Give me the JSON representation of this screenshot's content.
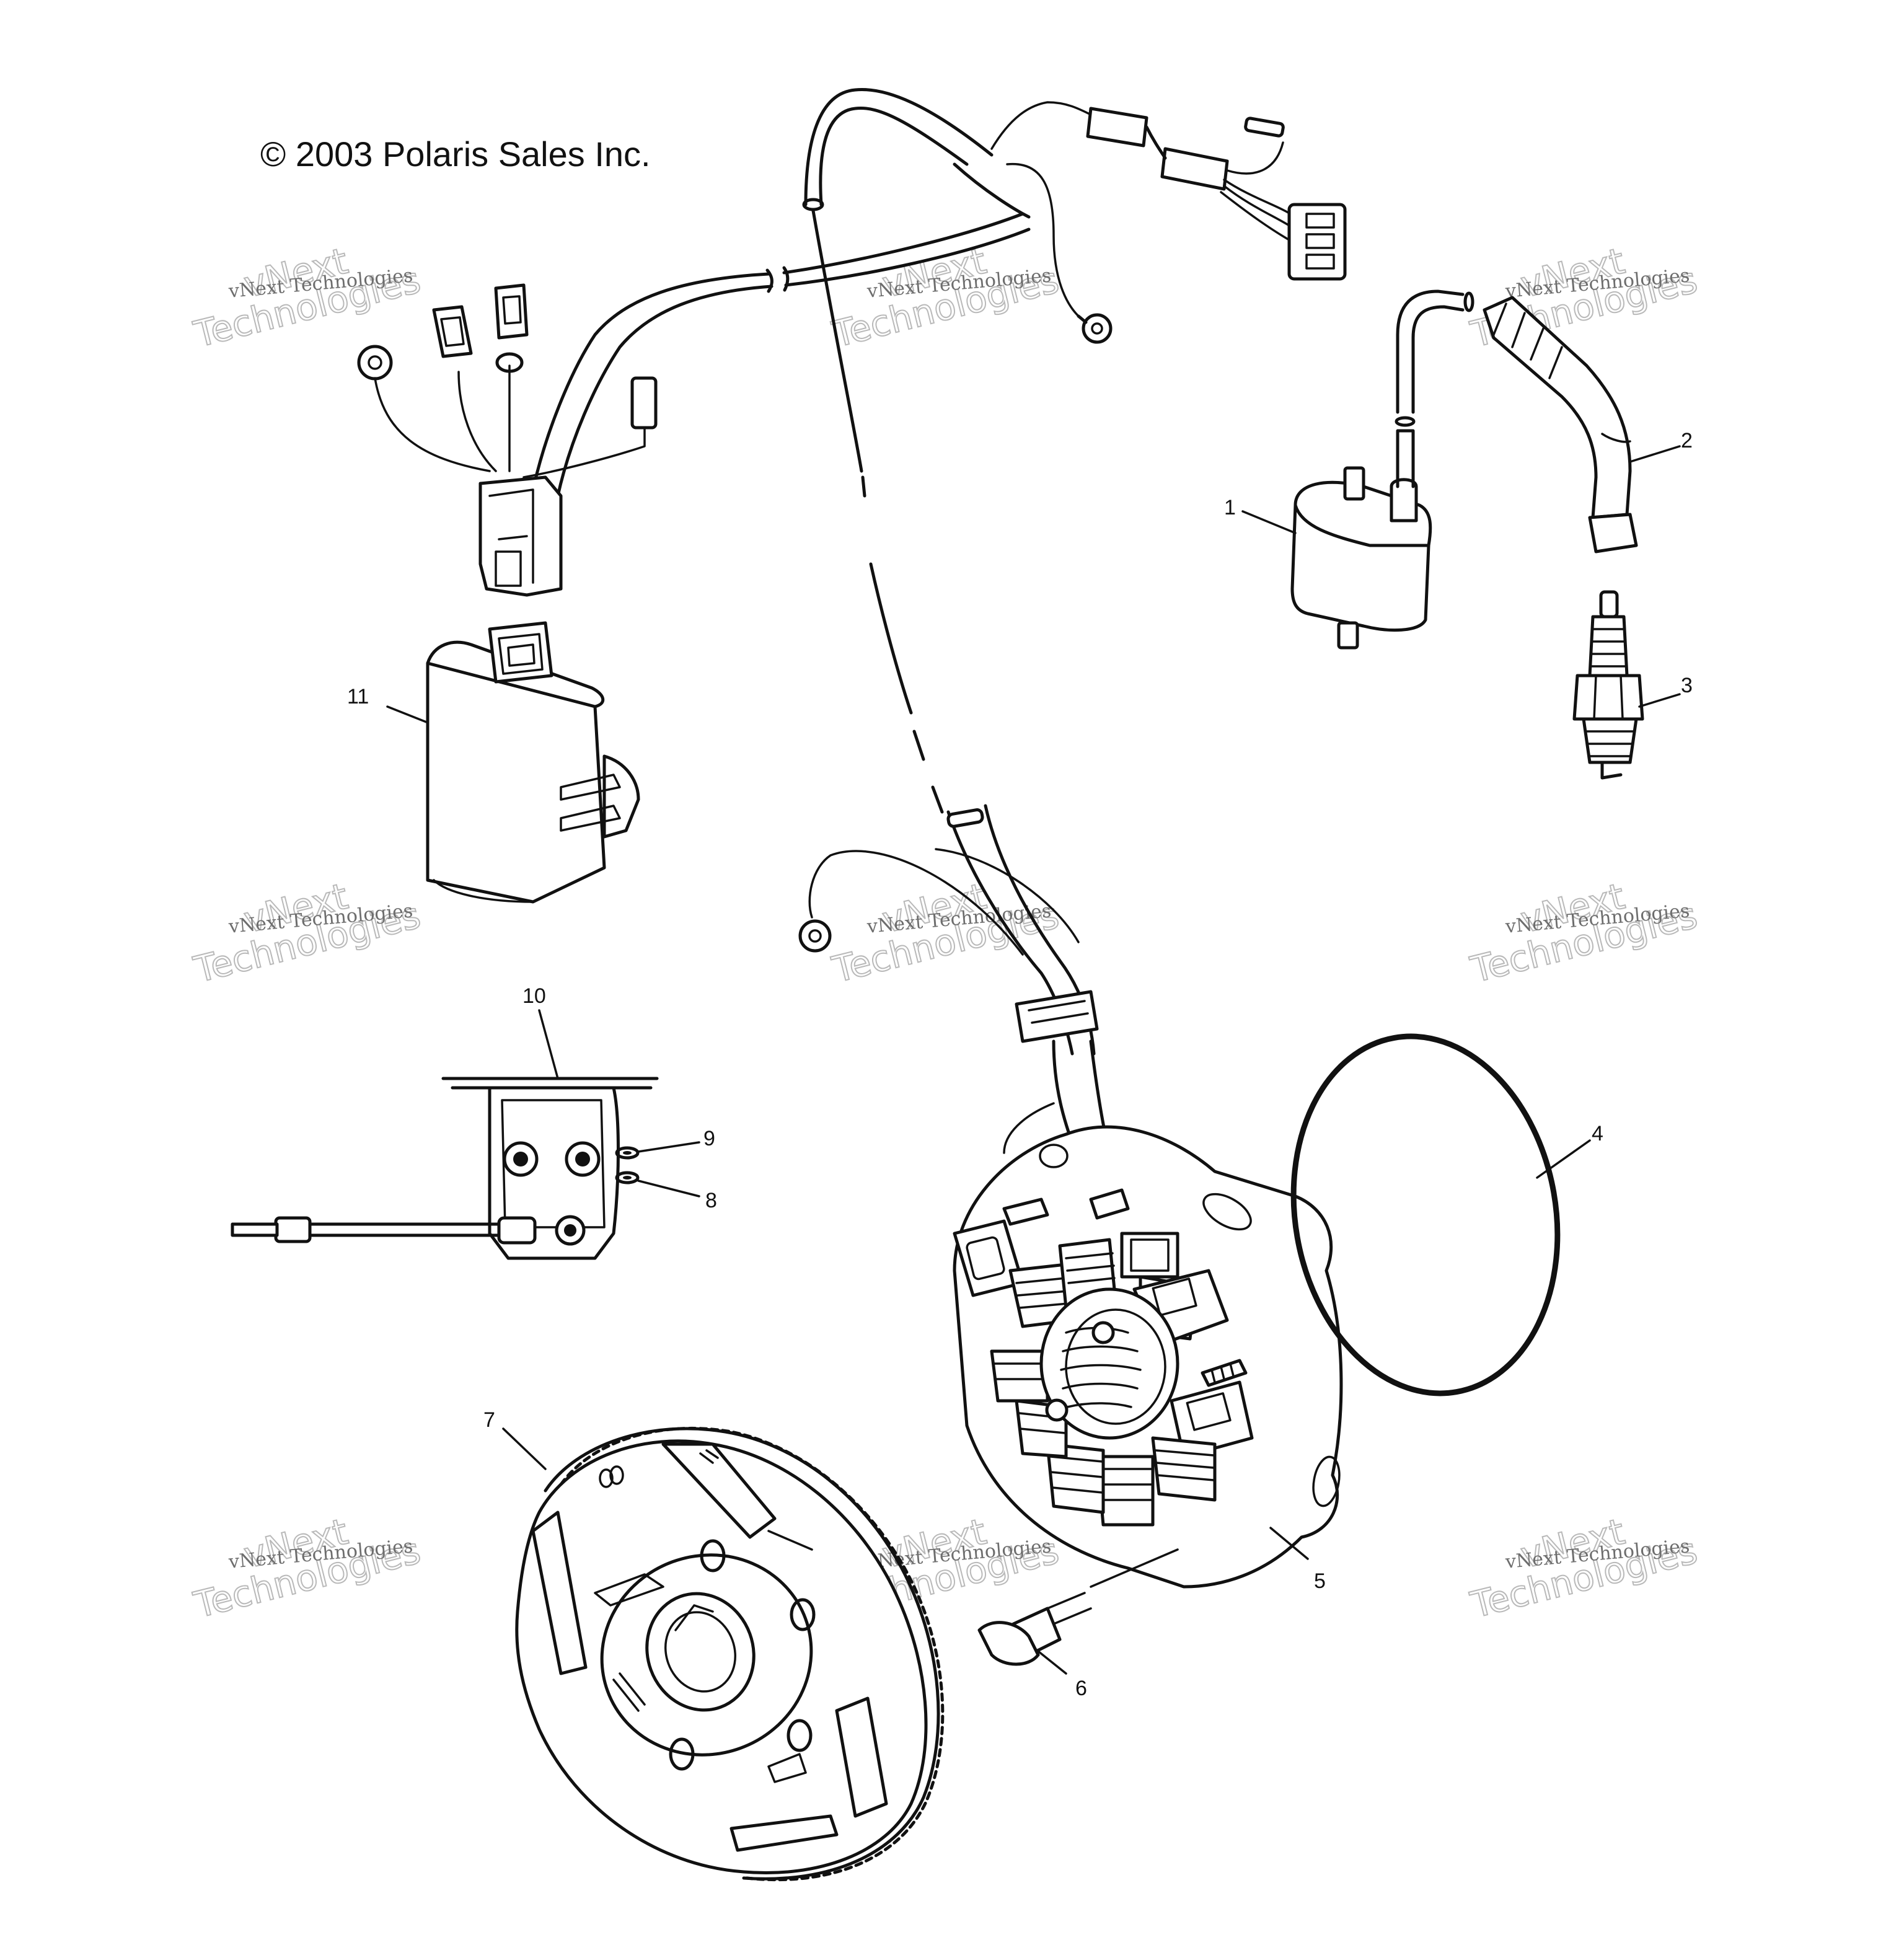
{
  "copyright": "© 2003 Polaris Sales Inc.",
  "watermark": {
    "line1": "vNext Technologies",
    "word_top": "vNext",
    "word_bottom": "Technologies"
  },
  "callouts": [
    "1",
    "2",
    "3",
    "4",
    "5",
    "6",
    "7",
    "8",
    "9",
    "10",
    "11"
  ],
  "colors": {
    "ink": "#111111",
    "background": "#ffffff",
    "watermark": "#b9b9b9"
  }
}
